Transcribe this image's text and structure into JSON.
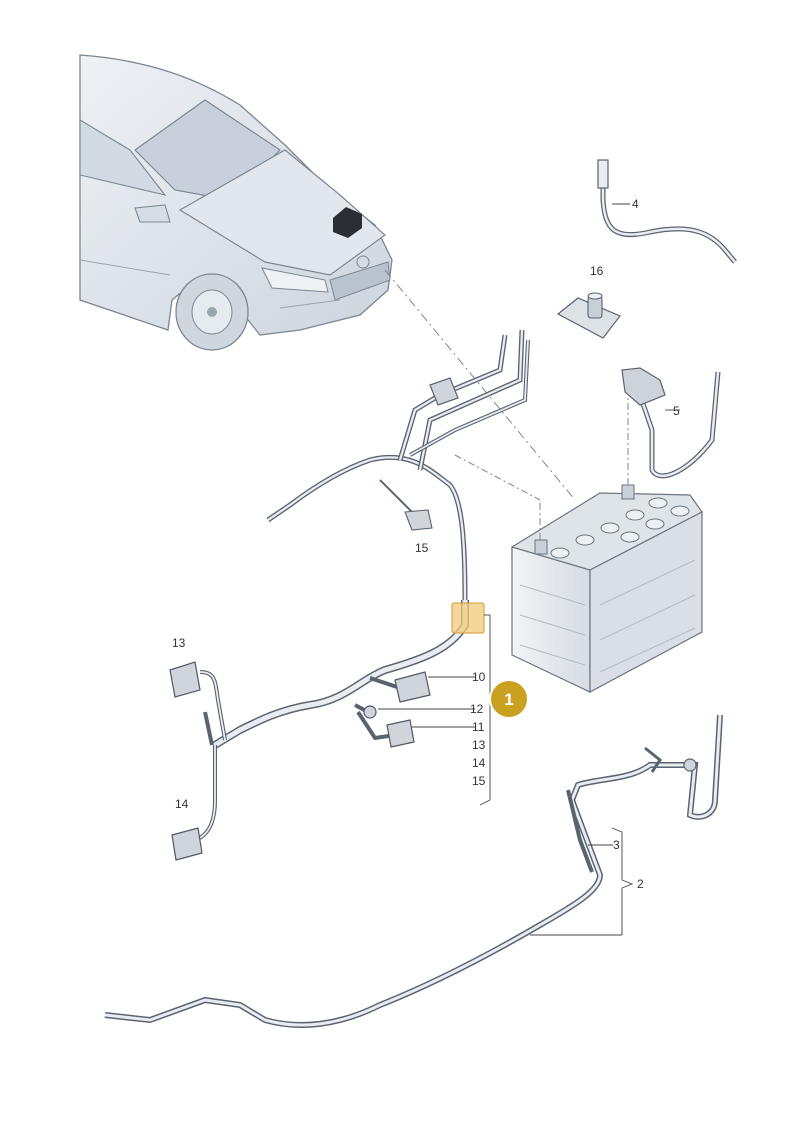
{
  "figure": {
    "labels": {
      "l2": "2",
      "l3": "3",
      "l4": "4",
      "l5": "5",
      "l10": "10",
      "l11": "11",
      "l12": "12",
      "l13a": "13",
      "l13b": "13",
      "l14a": "14",
      "l14b": "14",
      "l15a": "15",
      "l15b": "15",
      "l16": "16"
    },
    "badge": "1",
    "colors": {
      "badge_fill": "#c9a020",
      "highlight_fill": "#f0c979",
      "line": "#5a6470",
      "car_body": "#dde3ea",
      "battery_body": "#e6eaee"
    }
  }
}
